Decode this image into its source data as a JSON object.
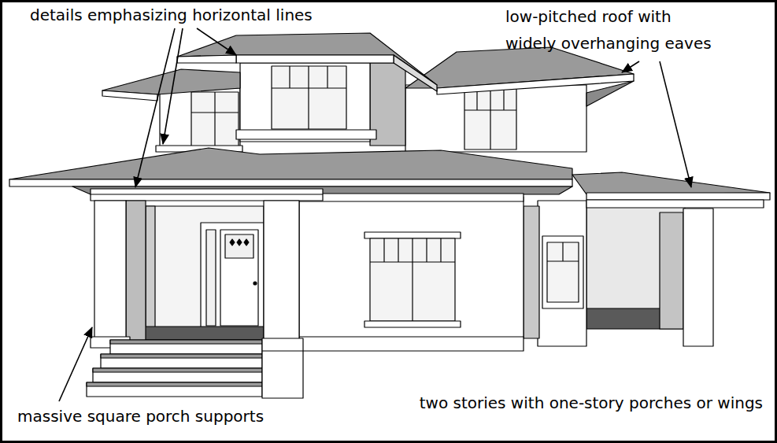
{
  "diagram": {
    "labels": [
      "details emphasizing horizontal lines",
      "low-pitched roof with widely overhanging eaves",
      "massive square porch supports",
      "two stories with one-story porches or wings"
    ]
  }
}
